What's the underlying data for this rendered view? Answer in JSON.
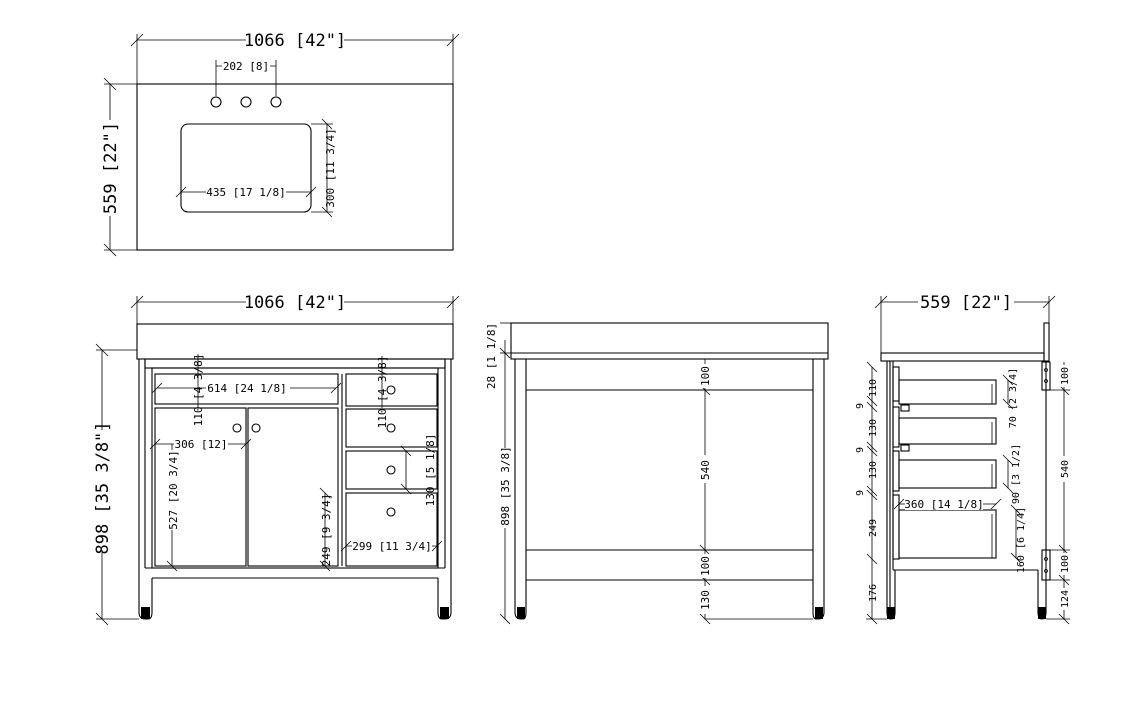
{
  "colors": {
    "ink": "#000000",
    "paper": "#ffffff"
  },
  "top_view": {
    "width": "1066 [42\"]",
    "depth": "559 [22\"]",
    "hole_spacing": "202 [8]",
    "sink_width": "435 [17 1/8]",
    "sink_depth": "300 [11 3/4]"
  },
  "front_view": {
    "width": "1066 [42\"]",
    "height": "898 [35 3/8\"]",
    "drawer_top_height": "110 [4 3/8]",
    "drawer_left_width": "614 [24 1/8]",
    "drawer_right_height": "110 [4 3/8]",
    "door_width": "306 [12]",
    "door_height": "527 [20 3/4]",
    "drawer3_height": "130 [5 1/8]",
    "drawer4_height": "249 [9 3/4]",
    "right_column_width": "299 [11 3/4]"
  },
  "back_view": {
    "top_thickness": "28 [1 1/8]",
    "height": "898 [35 3/8]",
    "top_rail": "100",
    "panel": "540",
    "bottom_rail": "100",
    "leg": "130"
  },
  "side_view": {
    "width": "559 [22\"]",
    "d1_front": "110",
    "d1_box": "70 [2 3/4]",
    "gap1": "9",
    "d2_front": "130",
    "gap2": "9",
    "d3_front": "130",
    "d3_box": "90 [3 1/2]",
    "gap3": "9",
    "d4_front": "249",
    "d4_box": "160 [6 1/4]",
    "drawer_depth": "360 [14 1/8]",
    "leg_front": "176",
    "rear_top": "100",
    "rear_panel": "540",
    "rear_bottom": "100",
    "rear_leg": "124"
  }
}
